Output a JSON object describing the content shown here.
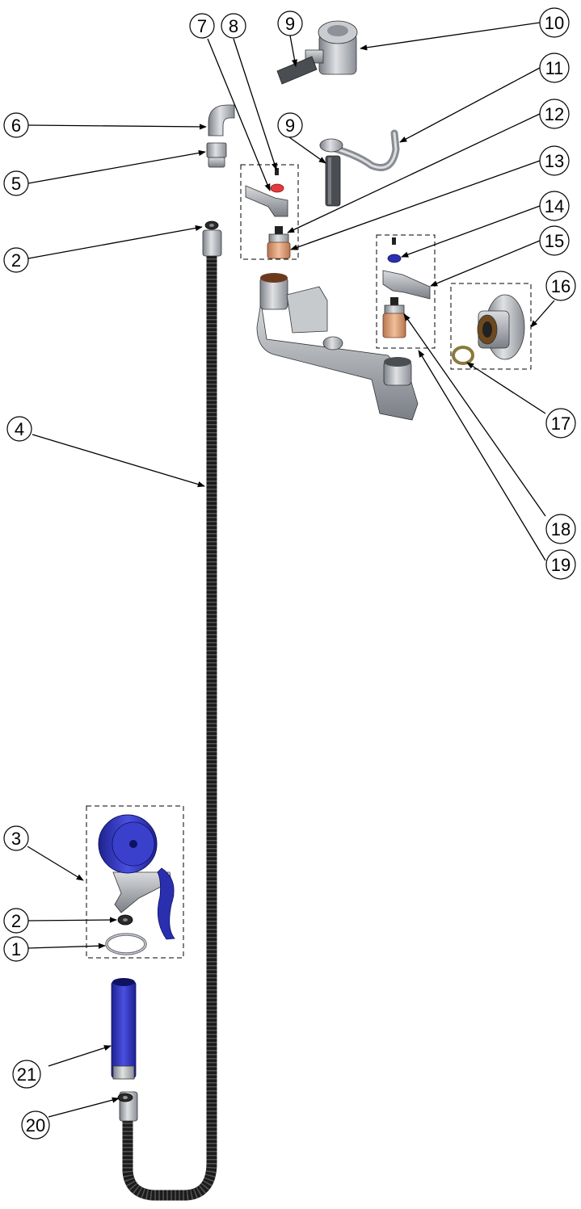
{
  "callouts": [
    {
      "id": "c1",
      "label": "1"
    },
    {
      "id": "c2a",
      "label": "2"
    },
    {
      "id": "c2b",
      "label": "2"
    },
    {
      "id": "c3",
      "label": "3"
    },
    {
      "id": "c4",
      "label": "4"
    },
    {
      "id": "c5",
      "label": "5"
    },
    {
      "id": "c6",
      "label": "6"
    },
    {
      "id": "c7",
      "label": "7"
    },
    {
      "id": "c8",
      "label": "8"
    },
    {
      "id": "c9a",
      "label": "9"
    },
    {
      "id": "c9b",
      "label": "9"
    },
    {
      "id": "c10",
      "label": "10"
    },
    {
      "id": "c11",
      "label": "11"
    },
    {
      "id": "c12",
      "label": "12"
    },
    {
      "id": "c13",
      "label": "13"
    },
    {
      "id": "c14",
      "label": "14"
    },
    {
      "id": "c15",
      "label": "15"
    },
    {
      "id": "c16",
      "label": "16"
    },
    {
      "id": "c17",
      "label": "17"
    },
    {
      "id": "c18",
      "label": "18"
    },
    {
      "id": "c19",
      "label": "19"
    },
    {
      "id": "c20",
      "label": "20"
    },
    {
      "id": "c21",
      "label": "21"
    }
  ],
  "colors": {
    "metal": "#b9bcc2",
    "metal_dark": "#6f737a",
    "hose": "#1c1c1c",
    "blue": "#2a2fb0",
    "red": "#e23a3a",
    "copper": "#d79a74"
  }
}
